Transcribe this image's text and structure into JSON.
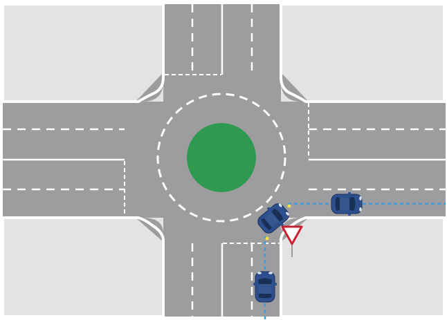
{
  "colors": {
    "background": "#ffffff",
    "ground": "#e3e3e6",
    "road": "#9d9d9f",
    "road_edge": "#ffffff",
    "lane_line": "#ffffff",
    "island": "#2e9a4f",
    "car_body": "#2e4f8e",
    "car_roof": "#1a2f55",
    "car_glass": "#d8e4f4",
    "indicator": "#f6e04a",
    "path_line": "#3d9be0",
    "yield_sign_border": "#c8202c",
    "yield_sign_fill": "#ffffff"
  },
  "icons": {
    "roundabout_island": "green-circle",
    "yield_sign": "red-triangle-inverted",
    "vehicles": "car-top-view"
  },
  "scene": {
    "description_tag": "roundabout-intersection",
    "vehicles_count": 3
  }
}
